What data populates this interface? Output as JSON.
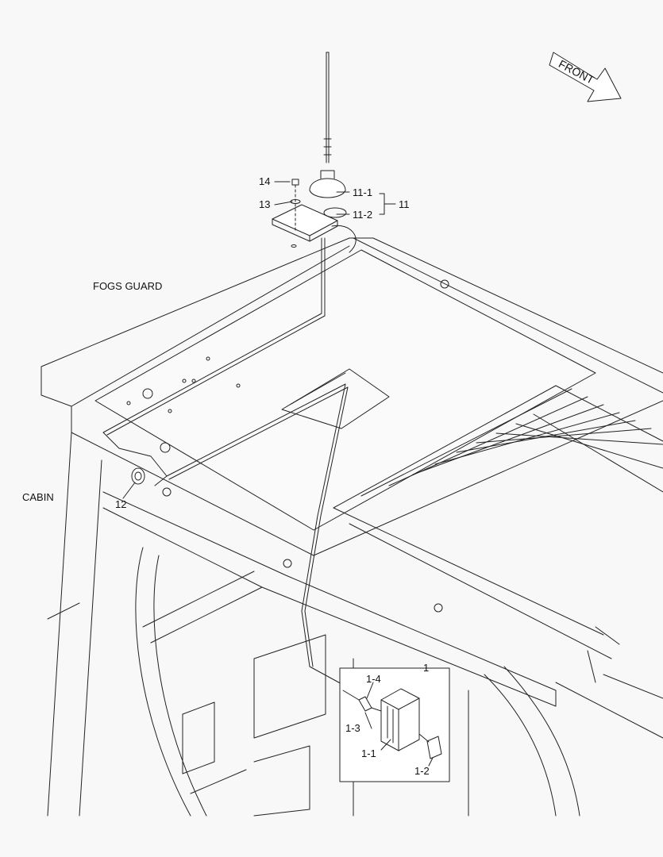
{
  "labels": {
    "fogs_guard": "FOGS GUARD",
    "cabin": "CABIN",
    "front": "FRONT"
  },
  "callouts": {
    "c14": "14",
    "c13": "13",
    "c11_1": "11-1",
    "c11_2": "11-2",
    "c11": "11",
    "c12": "12",
    "c1": "1",
    "c1_4": "1-4",
    "c1_3": "1-3",
    "c1_1": "1-1",
    "c1_2": "1-2"
  },
  "colors": {
    "line": "#222222",
    "background": "#f8f8f8"
  }
}
